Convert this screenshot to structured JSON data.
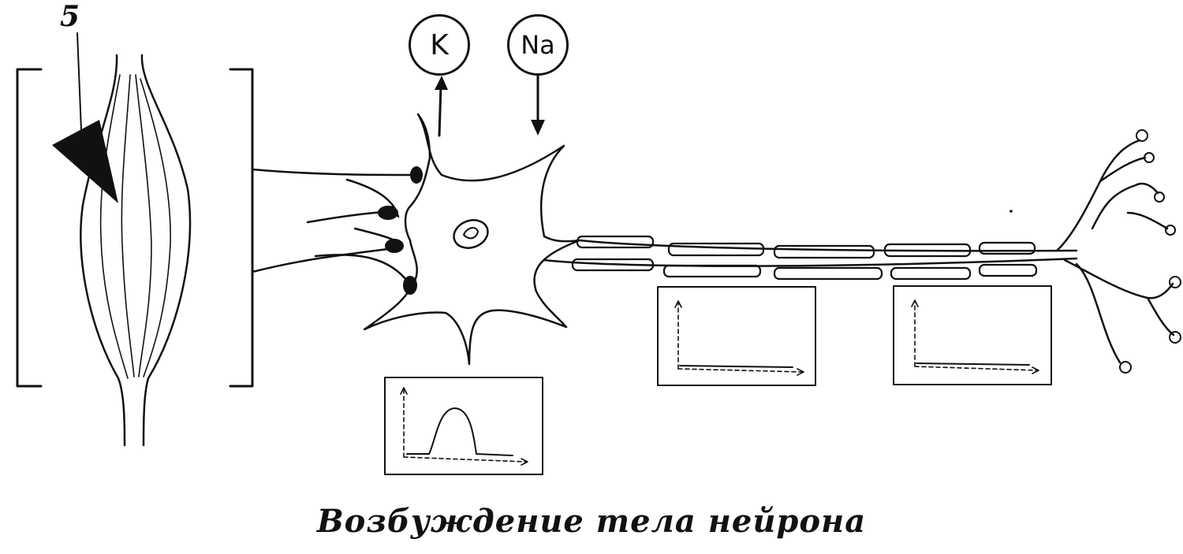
{
  "labels": {
    "number": "5",
    "ion_k": "K",
    "ion_na": "Na",
    "caption": "Возбуждение тела нейрона"
  },
  "colors": {
    "ink": "#111111",
    "background": "#ffffff"
  },
  "graphs": {
    "soma": {
      "shape": "action-potential-spike"
    },
    "axon_1": {
      "shape": "flat"
    },
    "axon_2": {
      "shape": "flat"
    }
  }
}
